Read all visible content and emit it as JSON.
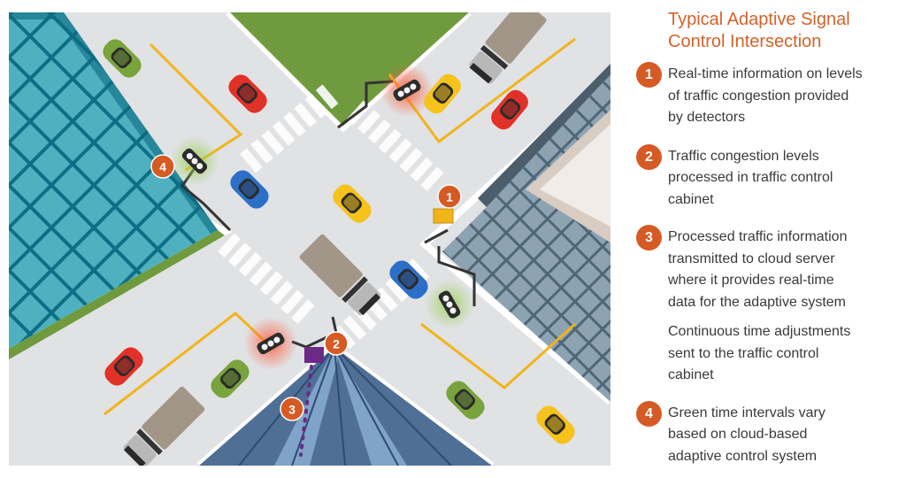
{
  "title_line1": "Typical Adaptive Signal",
  "title_line2": "Control Intersection",
  "steps": [
    {
      "num": "1",
      "lines": [
        "Real-time information on levels",
        "of traffic congestion provided",
        "by detectors"
      ]
    },
    {
      "num": "2",
      "lines": [
        "Traffic congestion levels",
        "processed in traffic control",
        "cabinet"
      ]
    },
    {
      "num": "3",
      "lines": [
        "Processed traffic information",
        "transmitted to cloud server",
        "where it provides real-time",
        "data for the adaptive system"
      ]
    },
    {
      "num": "",
      "lines": [
        "Continuous time adjustments",
        "sent to the traffic control",
        "cabinet"
      ]
    },
    {
      "num": "4",
      "lines": [
        "Green time intervals vary",
        "based on cloud-based",
        "adaptive control system"
      ]
    }
  ],
  "markers": [
    "1",
    "2",
    "3",
    "4"
  ],
  "colors": {
    "accent": "#d65a24",
    "road": "#e1e2e4",
    "grass": "#6f9a3e",
    "building_left": "#4fb0c0",
    "building_right": "#8aa0b0",
    "lane_line": "#f0b41c",
    "car_red": "#e23128",
    "car_yellow": "#f6c21c",
    "car_blue": "#2c6fc8",
    "car_green": "#79a33c",
    "truck": "#a29688"
  }
}
